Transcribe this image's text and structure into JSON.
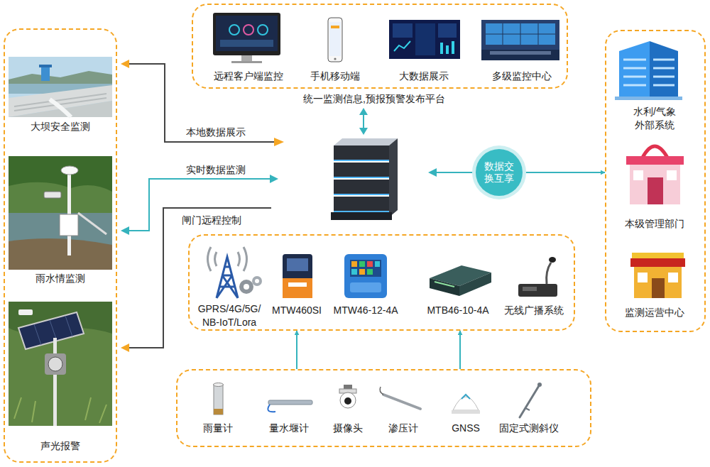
{
  "diagram": {
    "nodes": [
      {
        "text": [
          "统一监测信息,预报预警发布平台"
        ]
      },
      {
        "text": [
          "远程客户端监控"
        ],
        "in": 0
      },
      {
        "text": [
          "手机移动端"
        ],
        "in": 0
      },
      {
        "text": [
          "大数据展示"
        ],
        "in": 0
      },
      {
        "text": [
          "多级监控中心"
        ],
        "in": 0
      },
      {
        "text": []
      },
      {
        "text": [
          "大坝安全监测"
        ],
        "in": 5
      },
      {
        "text": [
          "雨水情监测"
        ],
        "in": 5
      },
      {
        "text": [
          "声光报警"
        ],
        "in": 5
      },
      {
        "text": []
      },
      {
        "text": [
          "水利/气象 外部系统"
        ],
        "in": 9
      },
      {
        "text": [
          "本级管理部门"
        ],
        "in": 9
      },
      {
        "text": [
          "监测运营中心"
        ],
        "in": 9
      },
      {
        "text": [
          "数据交 换互享"
        ]
      },
      {
        "text": []
      },
      {
        "text": [
          "GPRS/4G/5G/ NB-IoT/Lora"
        ],
        "in": 14
      },
      {
        "text": [
          "MTW460SI"
        ],
        "in": 14
      },
      {
        "text": [
          "MTW46-12-4A"
        ],
        "in": 14
      },
      {
        "text": [
          "MTB46-10-4A"
        ],
        "in": 14
      },
      {
        "text": [
          "无线广播系统"
        ],
        "in": 14
      },
      {
        "text": []
      },
      {
        "text": [
          "雨量计"
        ],
        "in": 20
      },
      {
        "text": [
          "量水堰计"
        ],
        "in": 20
      },
      {
        "text": [
          "摄像头"
        ],
        "in": 20
      },
      {
        "text": [
          "渗压计"
        ],
        "in": 20
      },
      {
        "text": [
          "GNSS"
        ],
        "in": 20
      },
      {
        "text": [
          "固定式测斜仪"
        ],
        "in": 20
      }
    ],
    "edges": [
      {
        "from": 20,
        "to": 14,
        "arrow": "to"
      },
      {
        "from": 20,
        "to": 14,
        "arrow": "to"
      },
      {
        "from": 13,
        "to": 9,
        "arrow": "to"
      }
    ],
    "labels": [
      "本地数据展示",
      "实时数据监测",
      "闸门远程控制"
    ]
  }
}
